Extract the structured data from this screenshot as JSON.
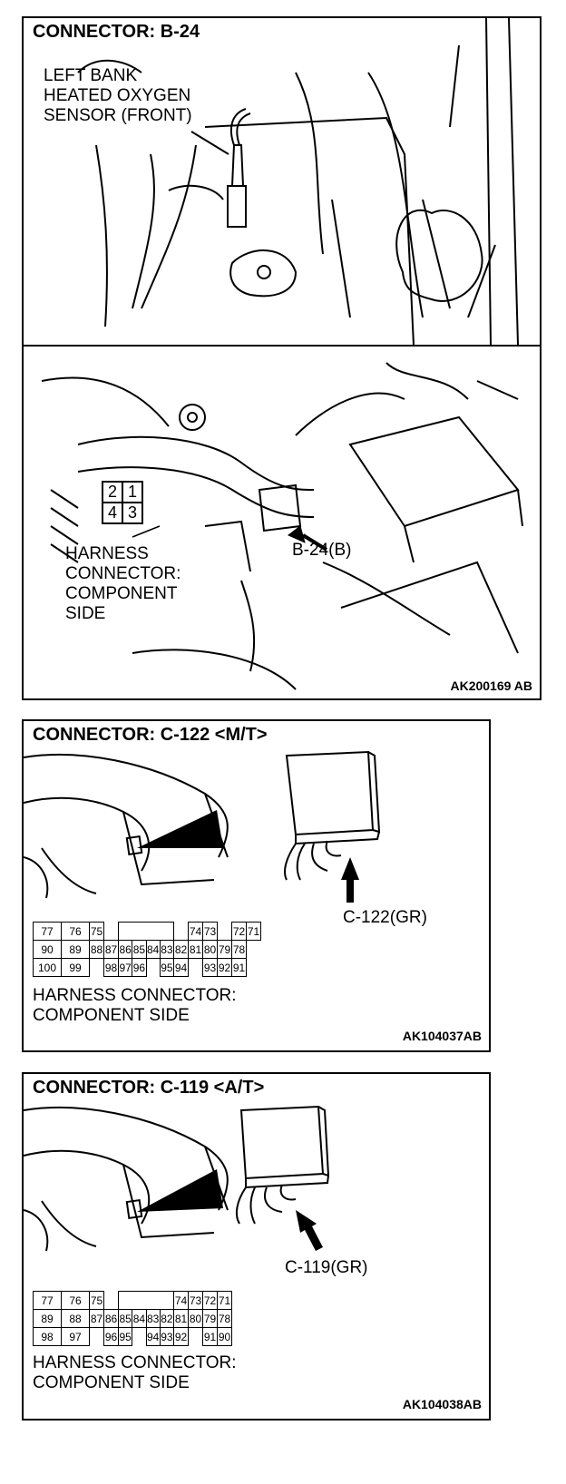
{
  "panel1": {
    "title": "CONNECTOR: B-24",
    "sensor_lines": [
      "LEFT BANK",
      "HEATED OXYGEN",
      "SENSOR (FRONT)"
    ],
    "pins": [
      "2",
      "1",
      "4",
      "3"
    ],
    "connector_callout": "B-24(B)",
    "harness_lines": [
      "HARNESS",
      "CONNECTOR:",
      "COMPONENT",
      "SIDE"
    ],
    "figure_code": "AK200169 AB"
  },
  "panel2": {
    "title": "CONNECTOR: C-122 <M/T>",
    "connector_callout": "C-122(GR)",
    "pin_rows": [
      [
        "77",
        "76",
        "75",
        "",
        "",
        "",
        "",
        "",
        "74",
        "73",
        "",
        "72",
        "71"
      ],
      [
        "90",
        "89",
        "88",
        "87",
        "86",
        "85",
        "84",
        "83",
        "82",
        "81",
        "80",
        "79",
        "78"
      ],
      [
        "100",
        "99",
        "",
        "98",
        "97",
        "96",
        "",
        "95",
        "94",
        "",
        "93",
        "92",
        "91"
      ]
    ],
    "harness_lines": [
      "HARNESS CONNECTOR:",
      "COMPONENT SIDE"
    ],
    "figure_code": "AK104037AB"
  },
  "panel3": {
    "title": "CONNECTOR: C-119 <A/T>",
    "connector_callout": "C-119(GR)",
    "pin_rows": [
      [
        "77",
        "76",
        "75",
        "",
        "",
        "",
        "",
        "",
        "74",
        "73",
        "72",
        "71"
      ],
      [
        "89",
        "88",
        "87",
        "86",
        "85",
        "84",
        "83",
        "82",
        "81",
        "80",
        "79",
        "78"
      ],
      [
        "98",
        "97",
        "",
        "96",
        "95",
        "",
        "94",
        "93",
        "92",
        "",
        "91",
        "90"
      ]
    ],
    "harness_lines": [
      "HARNESS CONNECTOR:",
      "COMPONENT SIDE"
    ],
    "figure_code": "AK104038AB"
  }
}
